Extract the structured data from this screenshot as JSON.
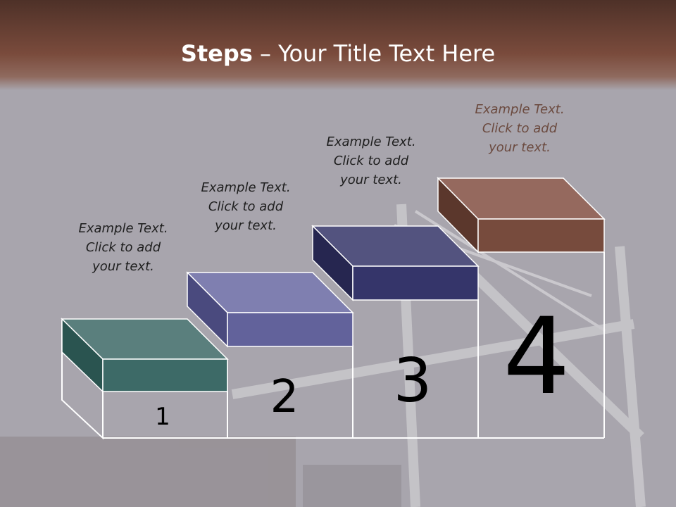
{
  "title": {
    "bold": "Steps",
    "rest": " – Your Title Text Here"
  },
  "steps": [
    {
      "number": "1",
      "caption": [
        "Example Text.",
        "Click  to add",
        "your text."
      ],
      "color_top": "#5a7f7d",
      "color_front": "#3d6a67",
      "color_side": "#2a5450"
    },
    {
      "number": "2",
      "caption": [
        "Example Text.",
        "Click  to add",
        "your text."
      ],
      "color_top": "#7f7fb0",
      "color_front": "#62629b",
      "color_side": "#4a4a7e"
    },
    {
      "number": "3",
      "caption": [
        "Example Text.",
        "Click  to add",
        "your text."
      ],
      "color_top": "#53537f",
      "color_front": "#35356a",
      "color_side": "#262650"
    },
    {
      "number": "4",
      "caption": [
        "Example Text.",
        "Click  to add",
        "your text."
      ],
      "color_top": "#95695e",
      "color_front": "#774b3d",
      "color_side": "#5b372c"
    }
  ],
  "colors": {
    "header_dark": "#4e3128",
    "header_light": "#8f6a5e",
    "background": "#a8a5ad",
    "step_outline": "#ffffff"
  }
}
